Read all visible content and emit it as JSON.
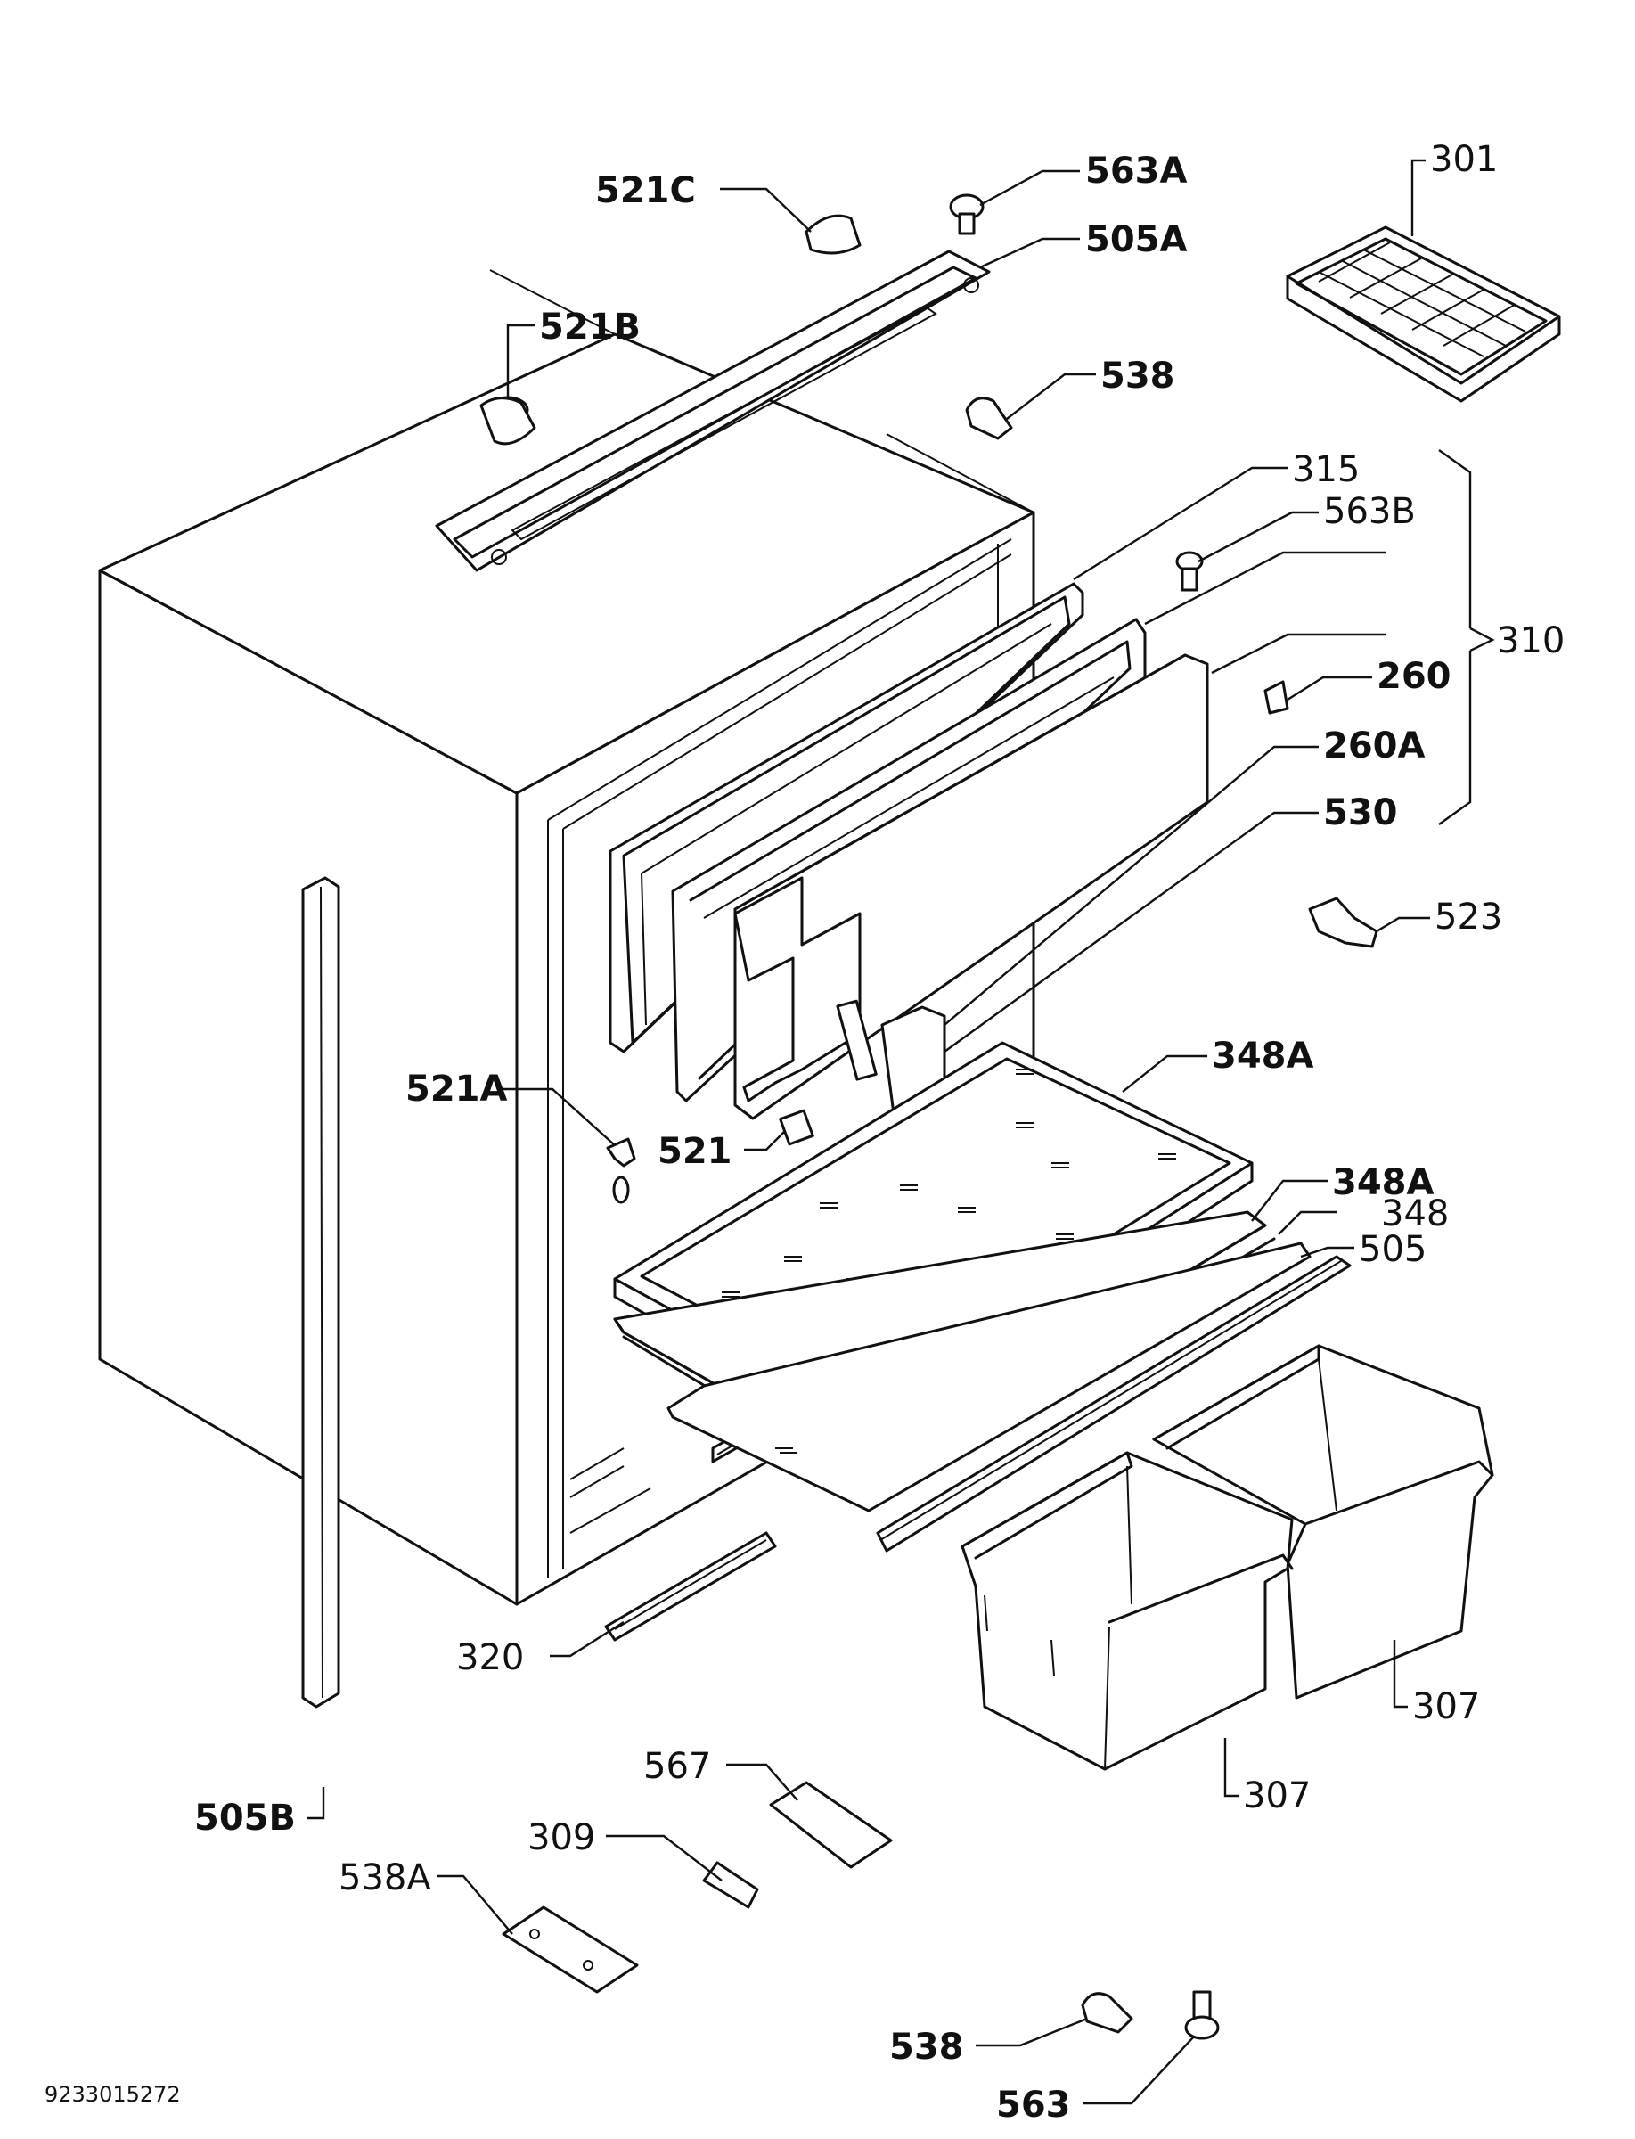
{
  "labels": {
    "l521C": "521C",
    "l563A": "563A",
    "l505A": "505A",
    "l301": "301",
    "l521B": "521B",
    "l538_top": "538",
    "l315": "315",
    "l563B": "563B",
    "l310": "310",
    "l260": "260",
    "l260A": "260A",
    "l530": "530",
    "l523": "523",
    "l348A_1": "348A",
    "l521A": "521A",
    "l521": "521",
    "l348A_2": "348A",
    "l348": "348",
    "l505": "505",
    "l320": "320",
    "l307_right": "307",
    "l307_left": "307",
    "l505B": "505B",
    "l567": "567",
    "l309": "309",
    "l538A": "538A",
    "l538_bottom": "538",
    "l563": "563"
  },
  "document_code": "9233015272"
}
